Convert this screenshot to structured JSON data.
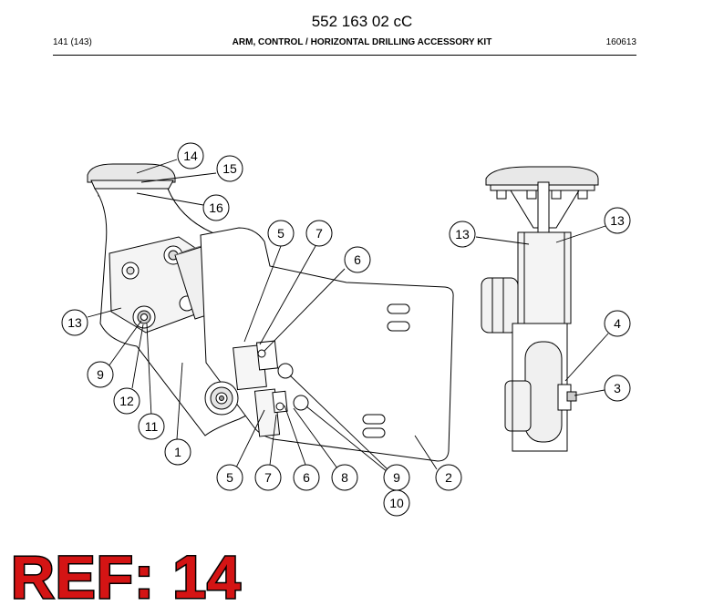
{
  "header": {
    "doc_number": "552 163 02 cC",
    "page_ref": "141 (143)",
    "title": "ARM, CONTROL / HORIZONTAL DRILLING ACCESSORY KIT",
    "date_code": "160613"
  },
  "callouts": [
    "14",
    "15",
    "16",
    "5",
    "7",
    "6",
    "13",
    "9",
    "12",
    "11",
    "1",
    "5",
    "7",
    "6",
    "8",
    "9",
    "10",
    "2",
    "13",
    "13",
    "4",
    "3"
  ],
  "ref_stamp": "REF: 14",
  "colors": {
    "stamp": "#d41414",
    "line": "#000000"
  }
}
